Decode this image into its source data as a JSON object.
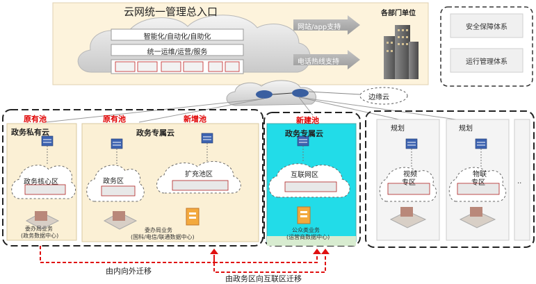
{
  "top": {
    "title": "云网统一管理总入口",
    "dept": "各部门单位",
    "layers": [
      "智能化/自动化/自助化",
      "统一运维/运营/服务"
    ],
    "arrows": [
      "网站/app支持",
      "电话热线支持"
    ]
  },
  "side_systems": [
    "安全保障体系",
    "运行管理体系"
  ],
  "edge_cloud": "边缘云",
  "pools": {
    "private": {
      "tag": "原有池",
      "title": "政务私有云",
      "zone": "政务核心区",
      "desc_line1": "委办局业务",
      "desc_line2": "(政务数据中心)"
    },
    "dedicated": {
      "tag_left": "原有池",
      "tag_right": "新增池",
      "title": "政务专属云",
      "zone_left": "政务区",
      "zone_right": "扩充池区",
      "desc_line1": "委办局业务",
      "desc_line2": "(国科/电信/联通数据中心)"
    },
    "internet": {
      "tag": "新建池",
      "title": "政务专属云",
      "zone": "互联网区",
      "desc_line1": "公众类业务",
      "desc_line2": "(运营商数据中心)"
    },
    "planned": [
      {
        "tag": "规划",
        "zone_line1": "视频",
        "zone_line2": "专区"
      },
      {
        "tag": "规划",
        "zone_line1": "物联",
        "zone_line2": "专区"
      }
    ],
    "ellipsis": ".."
  },
  "migrations": [
    "由内向外迁移",
    "由政务区向互联区迁移"
  ],
  "colors": {
    "tag_red": "#e00000",
    "pool_beige": "#fbf0d5",
    "internet_cyan": "#22dce8",
    "migrate_red": "#e01010"
  }
}
